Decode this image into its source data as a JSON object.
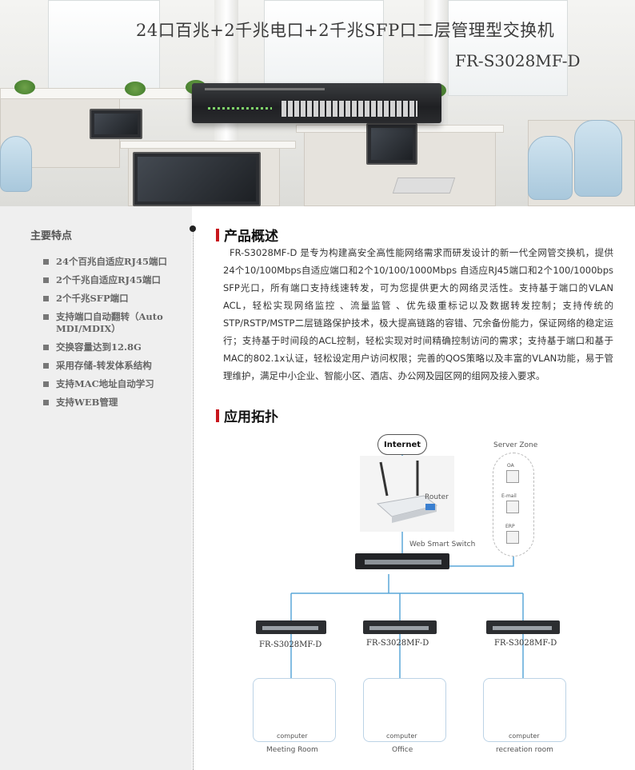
{
  "hero": {
    "title": "24口百兆+2千兆电口+2千兆SFP口二层管理型交换机",
    "model": "FR-S3028MF-D"
  },
  "sidebar": {
    "title": "主要特点",
    "features": [
      "24个百兆自适应RJ45端口",
      "2个千兆自适应RJ45端口",
      "2个千兆SFP端口",
      "支持端口自动翻转（Auto MDI/MDIX）",
      "交换容量达到12.8G",
      "采用存储-转发体系结构",
      "支持MAC地址自动学习",
      "支持WEB管理"
    ]
  },
  "overview": {
    "heading": "产品概述",
    "text": "FR-S3028MF-D 是专为构建高安全高性能网络需求而研发设计的新一代全网管交换机，提供24个10/100Mbps自适应端口和2个10/100/1000Mbps 自适应RJ45端口和2个100/1000bps SFP光口，所有端口支持线速转发，可为您提供更大的网络灵活性。支持基于端口的VLAN ACL，轻松实现网络监控 、流量监管 、优先级重标记以及数据转发控制；支持传统的STP/RSTP/MSTP二层链路保护技术，极大提高链路的容错、冗余备份能力，保证网络的稳定运行；支持基于时间段的ACL控制，轻松实现对时间精确控制访问的需求；支持基于端口和基于MAC的802.1x认证，轻松设定用户访问权限；完善的QOS策略以及丰富的VLAN功能，易于管理维护，满足中小企业、智能小区、酒店、办公网及园区网的组网及接入要求。"
  },
  "topology": {
    "heading": "应用拓扑",
    "internet": "Internet",
    "router": "Router",
    "server_zone": "Server Zone",
    "servers": [
      "OA",
      "E-mail",
      "ERP"
    ],
    "core_switch": "Web Smart Switch",
    "access_switches": [
      "FR-S3028MF-D",
      "FR-S3028MF-D",
      "FR-S3028MF-D"
    ],
    "rooms": [
      {
        "pc_label": "computer",
        "name": "Meeting Room"
      },
      {
        "pc_label": "computer",
        "name": "Office"
      },
      {
        "pc_label": "computer",
        "name": "recreation room"
      }
    ],
    "line_color": "#5aa7d8"
  }
}
